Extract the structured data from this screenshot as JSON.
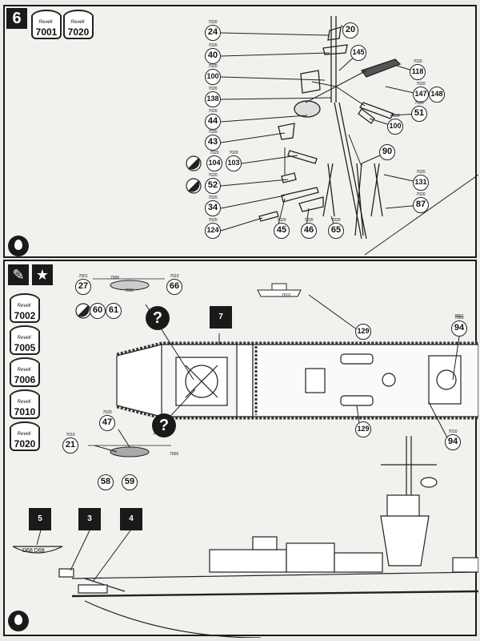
{
  "step6": {
    "number": "6",
    "paints": [
      {
        "brand": "Revell",
        "code": "7001"
      },
      {
        "brand": "Revell",
        "code": "7020"
      }
    ],
    "callouts": [
      {
        "label": "24",
        "code": "7020"
      },
      {
        "label": "20",
        "code": ""
      },
      {
        "label": "40",
        "code": "7020"
      },
      {
        "label": "145",
        "code": ""
      },
      {
        "label": "100",
        "code": "7020"
      },
      {
        "label": "118",
        "code": "7020"
      },
      {
        "label": "138",
        "code": "7020"
      },
      {
        "label": "147",
        "code": "7020"
      },
      {
        "label": "148",
        "code": ""
      },
      {
        "label": "44",
        "code": "7020"
      },
      {
        "label": "51",
        "code": "7020"
      },
      {
        "label": "100",
        "code": "7020"
      },
      {
        "label": "43",
        "code": "7020"
      },
      {
        "label": "90",
        "code": ""
      },
      {
        "label": "104",
        "code": "7020"
      },
      {
        "label": "103",
        "code": "7020"
      },
      {
        "label": "52",
        "code": "7020"
      },
      {
        "label": "131",
        "code": "7020"
      },
      {
        "label": "34",
        "code": "7020"
      },
      {
        "label": "87",
        "code": "7020"
      },
      {
        "label": "124",
        "code": "7020"
      },
      {
        "label": "45",
        "code": "7020"
      },
      {
        "label": "46",
        "code": "7020"
      },
      {
        "label": "65",
        "code": "7020"
      }
    ]
  },
  "step7": {
    "paints": [
      {
        "brand": "Revell",
        "code": "7002"
      },
      {
        "brand": "Revell",
        "code": "7005"
      },
      {
        "brand": "Revell",
        "code": "7006"
      },
      {
        "brand": "Revell",
        "code": "7010"
      },
      {
        "brand": "Revell",
        "code": "7020"
      }
    ],
    "callouts": [
      {
        "label": "27",
        "code": "7001"
      },
      {
        "label": "66",
        "code": "7010"
      },
      {
        "label": "60",
        "code": ""
      },
      {
        "label": "61",
        "code": ""
      },
      {
        "label": "129",
        "code": ""
      },
      {
        "label": "94",
        "code": "7020"
      },
      {
        "label": "129",
        "code": ""
      },
      {
        "label": "94",
        "code": "7010"
      },
      {
        "label": "47",
        "code": "7020"
      },
      {
        "label": "21",
        "code": "7010"
      },
      {
        "label": "58",
        "code": ""
      },
      {
        "label": "59",
        "code": ""
      }
    ],
    "decal_stars": [
      "7",
      "5",
      "3",
      "4"
    ],
    "help_marks": [
      "?",
      "?"
    ],
    "small_codes": [
      "7006",
      "7005",
      "7010",
      "7002",
      "7006"
    ],
    "hull_text": "D68  D68"
  }
}
